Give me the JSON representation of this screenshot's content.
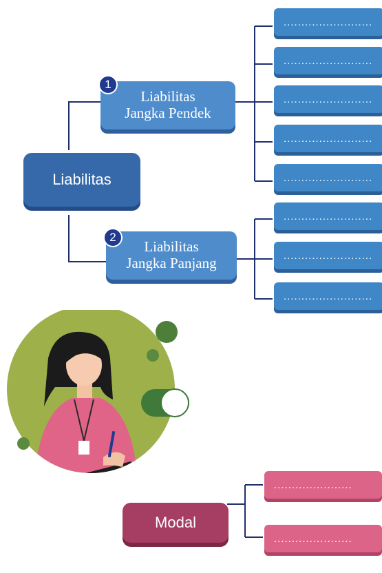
{
  "liabilities": {
    "main_label": "Liabilitas",
    "short_term": {
      "number": "1",
      "line1": "Liabilitas",
      "line2": "Jangka Pendek",
      "items": [
        ".........................",
        ".........................",
        ".........................",
        ".........................",
        "........................."
      ]
    },
    "long_term": {
      "number": "2",
      "line1": "Liabilitas",
      "line2": "Jangka Panjang",
      "items": [
        ".........................",
        ".........................",
        "........................."
      ]
    }
  },
  "equity": {
    "main_label": "Modal",
    "items": [
      "......................",
      "......................"
    ]
  },
  "colors": {
    "blue_main": "#3569aa",
    "blue_sub": "#4f8ccc",
    "blue_leaf": "#3f87c6",
    "pink_main": "#a63d62",
    "pink_leaf": "#dd6489",
    "connector": "#1f2f6e",
    "circle_green": "#9db04a"
  }
}
